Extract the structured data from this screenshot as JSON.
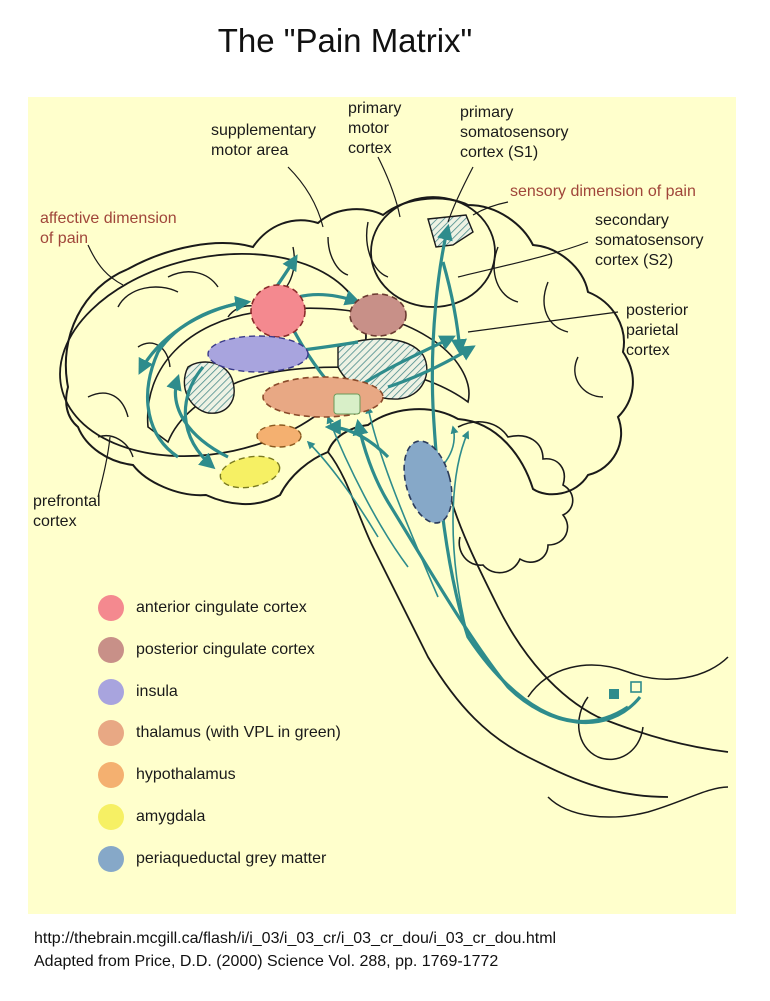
{
  "title": "The \"Pain Matrix\"",
  "labels": {
    "supplementary_motor_area": "supplementary\nmotor area",
    "primary_motor_cortex": "primary\nmotor\ncortex",
    "primary_somatosensory_cortex": "primary\nsomatosensory\ncortex (S1)",
    "sensory_dimension": "sensory dimension of pain",
    "affective_dimension": "affective dimension\nof pain",
    "secondary_somatosensory_cortex": "secondary\nsomatosensory\ncortex (S2)",
    "posterior_parietal_cortex": "posterior\nparietal\ncortex",
    "prefrontal_cortex": "prefrontal\ncortex"
  },
  "legend": [
    {
      "label": "anterior cingulate cortex",
      "color": "#f4898f"
    },
    {
      "label": "posterior cingulate cortex",
      "color": "#c89088"
    },
    {
      "label": "insula",
      "color": "#a8a4de"
    },
    {
      "label": "thalamus (with VPL in green)",
      "color": "#e8a884"
    },
    {
      "label": "hypothalamus",
      "color": "#f4b070"
    },
    {
      "label": "amygdala",
      "color": "#f6f064"
    },
    {
      "label": "periaqueductal grey matter",
      "color": "#86a8c8"
    }
  ],
  "colors": {
    "panel_background": "#ffffcc",
    "pathway": "#2e8c8c",
    "outline": "#1a1a1a",
    "dimension_text": "#a0463a",
    "vpl": "#d8efc8"
  },
  "credits": {
    "url": "http://thebrain.mcgill.ca/flash/i/i_03/i_03_cr/i_03_cr_dou/i_03_cr_dou.html",
    "citation": "Adapted from Price, D.D. (2000) Science Vol. 288, pp. 1769-1772"
  }
}
